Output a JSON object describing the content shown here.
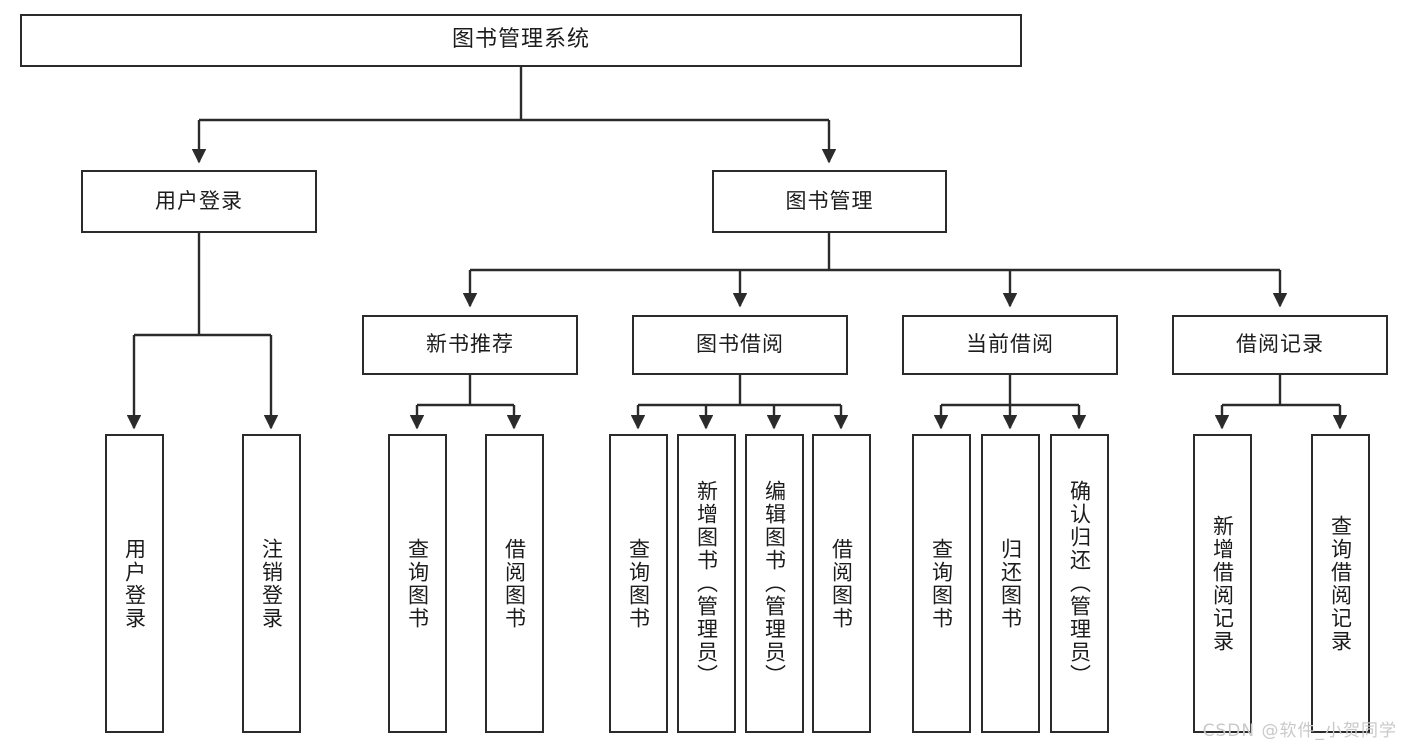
{
  "diagram": {
    "type": "tree",
    "title": "图书管理系统",
    "watermark": "CSDN @软件_小贺同学",
    "colors": {
      "border": "#2b2b2b",
      "background": "#ffffff",
      "text": "#1c1c1c",
      "watermark": "#c9c9c9"
    },
    "levels": {
      "root": {
        "label": "图书管理系统"
      },
      "level2": [
        {
          "label": "用户登录"
        },
        {
          "label": "图书管理"
        }
      ],
      "level3": [
        {
          "label": "新书推荐"
        },
        {
          "label": "图书借阅"
        },
        {
          "label": "当前借阅"
        },
        {
          "label": "借阅记录"
        }
      ],
      "leaves": {
        "user_login": [
          {
            "label": "用户登录"
          },
          {
            "label": "注销登录"
          }
        ],
        "new_book_recommend": [
          {
            "label": "查询图书"
          },
          {
            "label": "借阅图书"
          }
        ],
        "book_borrow": [
          {
            "label": "查询图书"
          },
          {
            "label": "新增图书（管理员）"
          },
          {
            "label": "编辑图书（管理员）"
          },
          {
            "label": "借阅图书"
          }
        ],
        "current_borrow": [
          {
            "label": "查询图书"
          },
          {
            "label": "归还图书"
          },
          {
            "label": "确认归还（管理员）"
          }
        ],
        "borrow_record": [
          {
            "label": "新增借阅记录"
          },
          {
            "label": "查询借阅记录"
          }
        ]
      }
    }
  }
}
